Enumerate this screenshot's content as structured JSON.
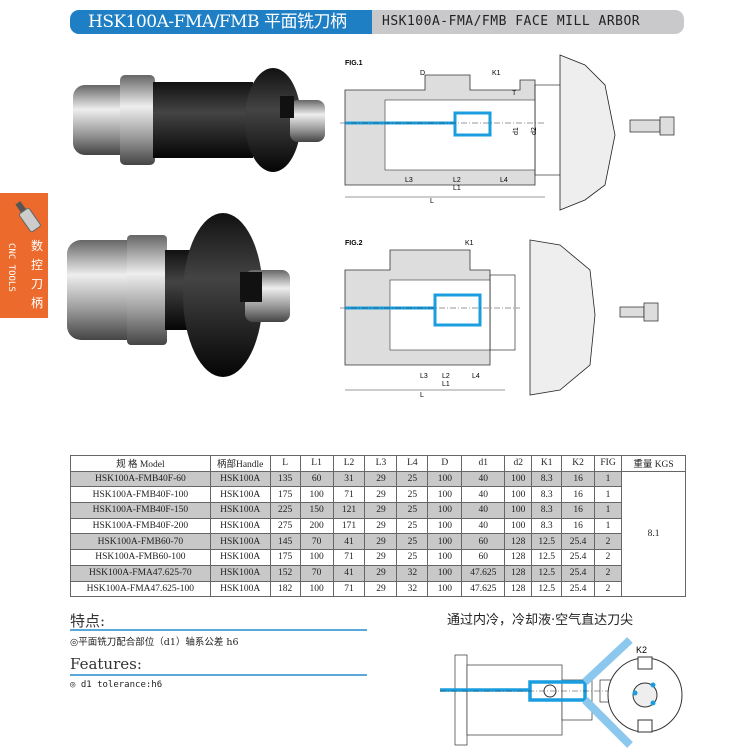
{
  "header": {
    "title_cn": "HSK100A-FMA/FMB 平面铣刀柄",
    "title_en": "HSK100A-FMA/FMB FACE MILL ARBOR"
  },
  "side_tab": {
    "en": "CNC TOOLS",
    "cn": "数控刀柄"
  },
  "figures": {
    "fig1": "FIG.1",
    "fig2": "FIG.2",
    "labels": {
      "D": "D",
      "K1": "K1",
      "T": "T",
      "d1": "d1",
      "d2": "d2",
      "L": "L",
      "L1": "L1",
      "L2": "L2",
      "L3": "L3",
      "L4": "L4",
      "K2": "K2"
    }
  },
  "table": {
    "headers": [
      "规 格 Model",
      "柄部Handle",
      "L",
      "L1",
      "L2",
      "L3",
      "L4",
      "D",
      "d1",
      "d2",
      "K1",
      "K2",
      "FIG",
      "重量 KGS"
    ],
    "weight": "8.1",
    "rows": [
      [
        "HSK100A-FMB40F-60",
        "HSK100A",
        "135",
        "60",
        "31",
        "29",
        "25",
        "100",
        "40",
        "100",
        "8.3",
        "16",
        "1"
      ],
      [
        "HSK100A-FMB40F-100",
        "HSK100A",
        "175",
        "100",
        "71",
        "29",
        "25",
        "100",
        "40",
        "100",
        "8.3",
        "16",
        "1"
      ],
      [
        "HSK100A-FMB40F-150",
        "HSK100A",
        "225",
        "150",
        "121",
        "29",
        "25",
        "100",
        "40",
        "100",
        "8.3",
        "16",
        "1"
      ],
      [
        "HSK100A-FMB40F-200",
        "HSK100A",
        "275",
        "200",
        "171",
        "29",
        "25",
        "100",
        "40",
        "100",
        "8.3",
        "16",
        "1"
      ],
      [
        "HSK100A-FMB60-70",
        "HSK100A",
        "145",
        "70",
        "41",
        "29",
        "25",
        "100",
        "60",
        "128",
        "12.5",
        "25.4",
        "2"
      ],
      [
        "HSK100A-FMB60-100",
        "HSK100A",
        "175",
        "100",
        "71",
        "29",
        "25",
        "100",
        "60",
        "128",
        "12.5",
        "25.4",
        "2"
      ],
      [
        "HSK100A-FMA47.625-70",
        "HSK100A",
        "152",
        "70",
        "41",
        "29",
        "32",
        "100",
        "47.625",
        "128",
        "12.5",
        "25.4",
        "2"
      ],
      [
        "HSK100A-FMA47.625-100",
        "HSK100A",
        "182",
        "100",
        "71",
        "29",
        "32",
        "100",
        "47.625",
        "128",
        "12.5",
        "25.4",
        "2"
      ]
    ]
  },
  "features": {
    "title_cn": "特点:",
    "item_cn": "◎平面铣刀配合部位（d1）轴系公差 h6",
    "title_en": "Features:",
    "item_en": "◎ d1 tolerance:h6"
  },
  "coolant": {
    "caption": "通过内冷，冷却液·空气直达刀尖"
  }
}
